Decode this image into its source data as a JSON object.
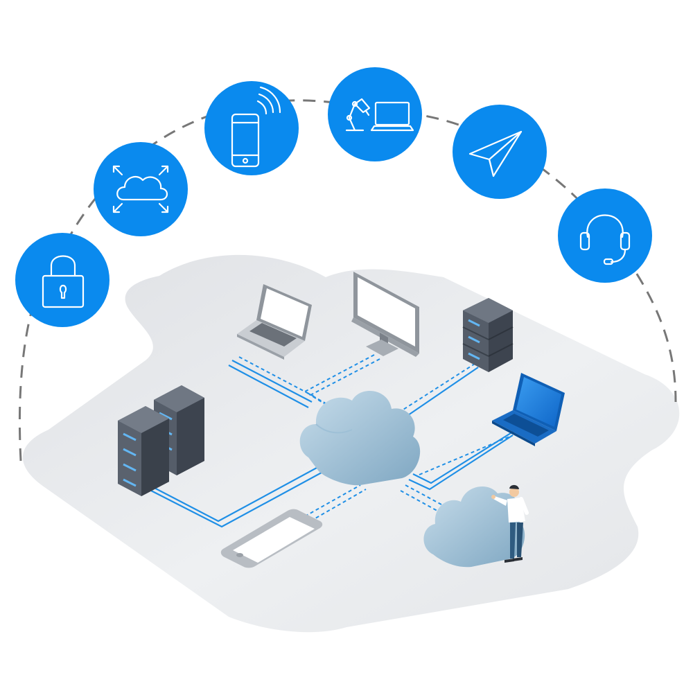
{
  "colors": {
    "accent": "#0a8aee",
    "platform": "#e4e6e9",
    "connection": "#1f8fe6",
    "server_dark": "#4b535f",
    "server_light": "#63b6f2",
    "cloud": "#a9c8db",
    "arc": "#777777"
  },
  "service_icons": [
    "lock-icon",
    "cloud-scale-icon",
    "mobile-signal-icon",
    "desk-lamp-laptop-icon",
    "paper-plane-icon",
    "headset-icon"
  ],
  "network_nodes": [
    "laptop",
    "monitor",
    "server-rack",
    "laptop-blue",
    "server-tower-pair",
    "smartphone",
    "central-cloud",
    "secondary-cloud",
    "person"
  ]
}
